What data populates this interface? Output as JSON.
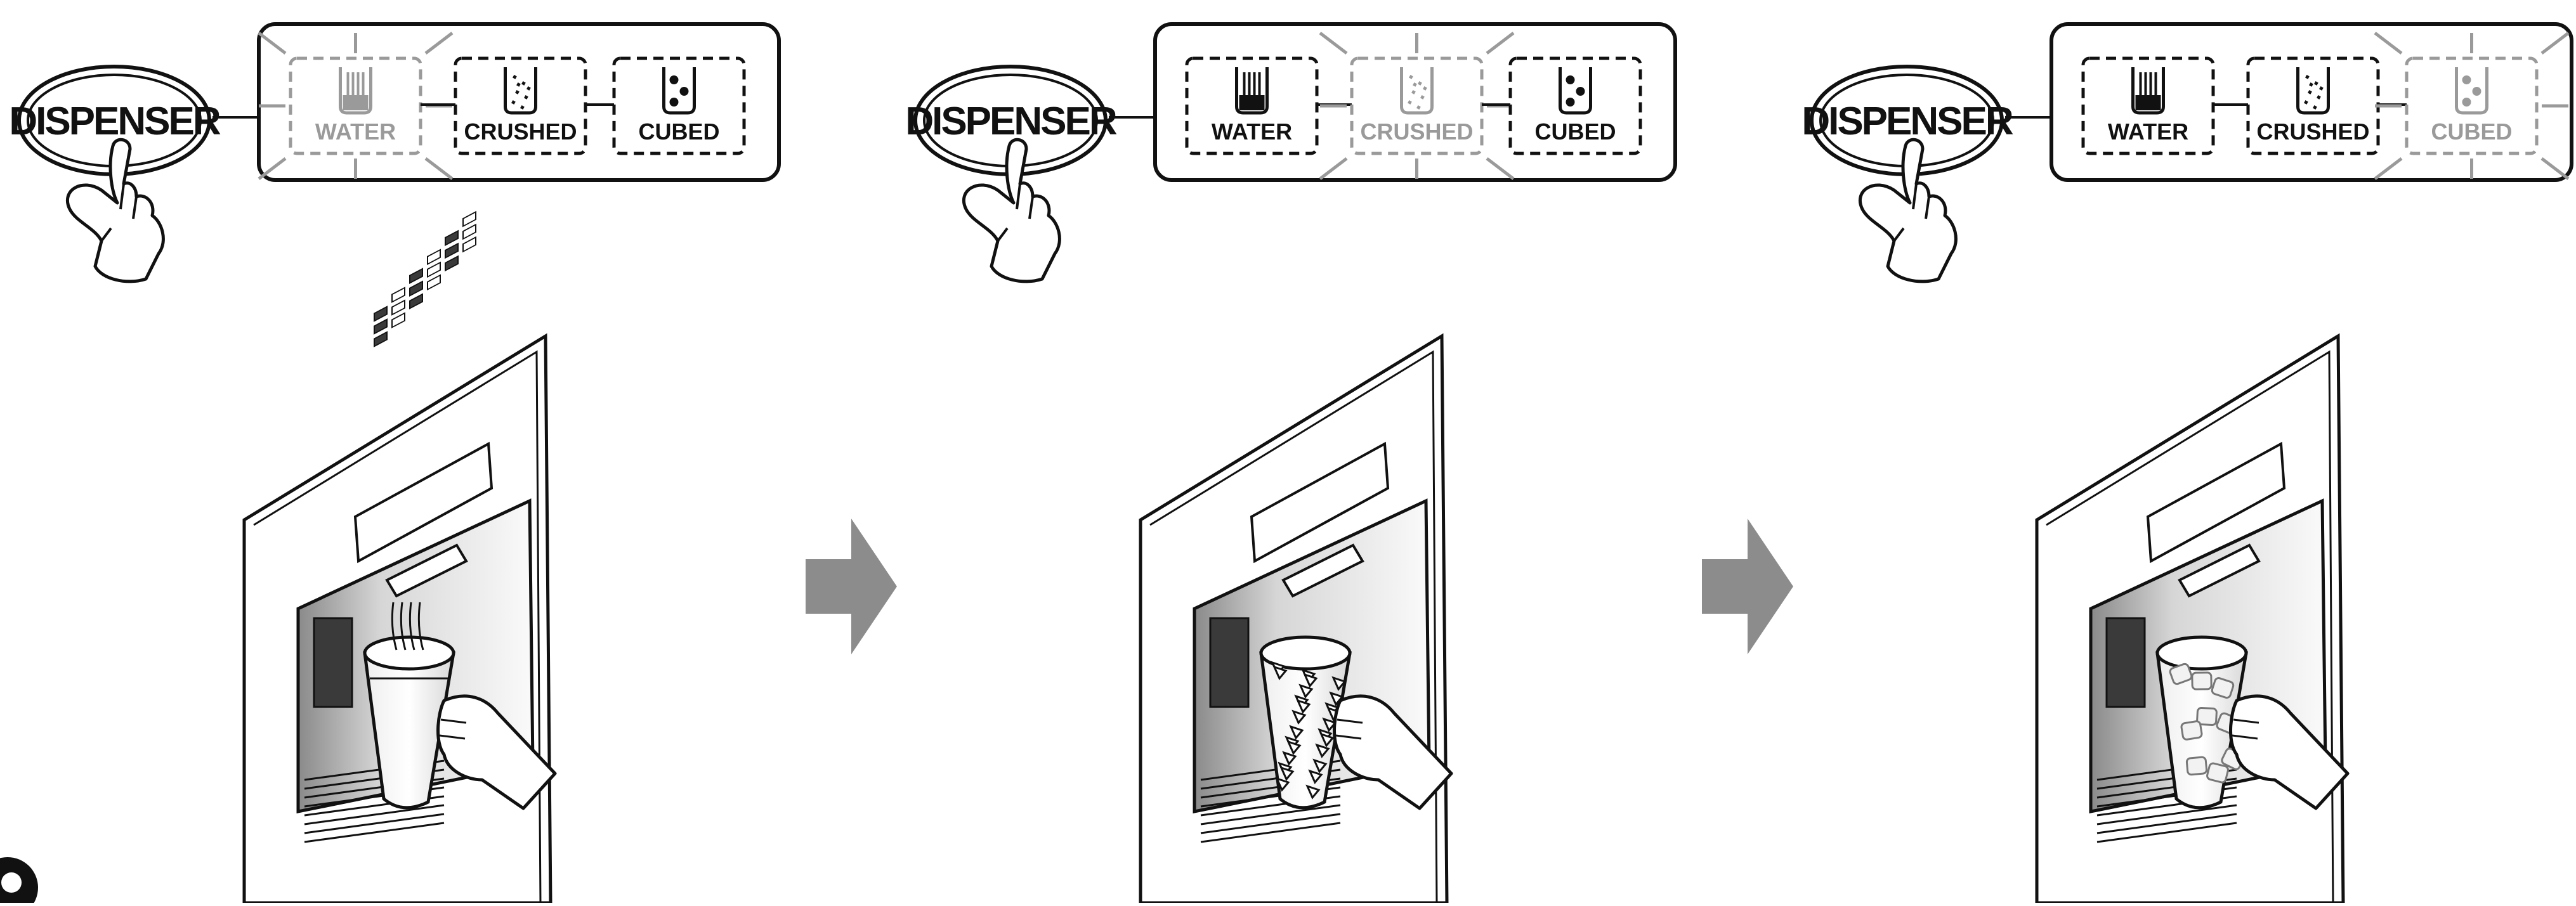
{
  "panels": [
    {
      "dispenser_label": "DISPENSER",
      "options": [
        {
          "label": "WATER",
          "active": true,
          "icon": "water-glass-icon"
        },
        {
          "label": "CRUSHED",
          "active": false,
          "icon": "crushed-ice-glass-icon"
        },
        {
          "label": "CUBED",
          "active": false,
          "icon": "cubed-ice-glass-icon"
        }
      ],
      "scene_icon": "glass-of-water-icon"
    },
    {
      "dispenser_label": "DISPENSER",
      "options": [
        {
          "label": "WATER",
          "active": false,
          "icon": "water-glass-icon"
        },
        {
          "label": "CRUSHED",
          "active": true,
          "icon": "crushed-ice-glass-icon"
        },
        {
          "label": "CUBED",
          "active": false,
          "icon": "cubed-ice-glass-icon"
        }
      ],
      "scene_icon": "glass-of-crushed-ice-icon"
    },
    {
      "dispenser_label": "DISPENSER",
      "options": [
        {
          "label": "WATER",
          "active": false,
          "icon": "water-glass-icon"
        },
        {
          "label": "CRUSHED",
          "active": false,
          "icon": "crushed-ice-glass-icon"
        },
        {
          "label": "CUBED",
          "active": true,
          "icon": "cubed-ice-glass-icon"
        }
      ],
      "scene_icon": "glass-of-cubed-ice-icon"
    }
  ],
  "colors": {
    "ink": "#111111",
    "inactive_gray": "#9a9a9a",
    "arrow_gray": "#8c8c8c",
    "shade": "#d9d9d9",
    "dark_fill": "#3a3a3a"
  }
}
